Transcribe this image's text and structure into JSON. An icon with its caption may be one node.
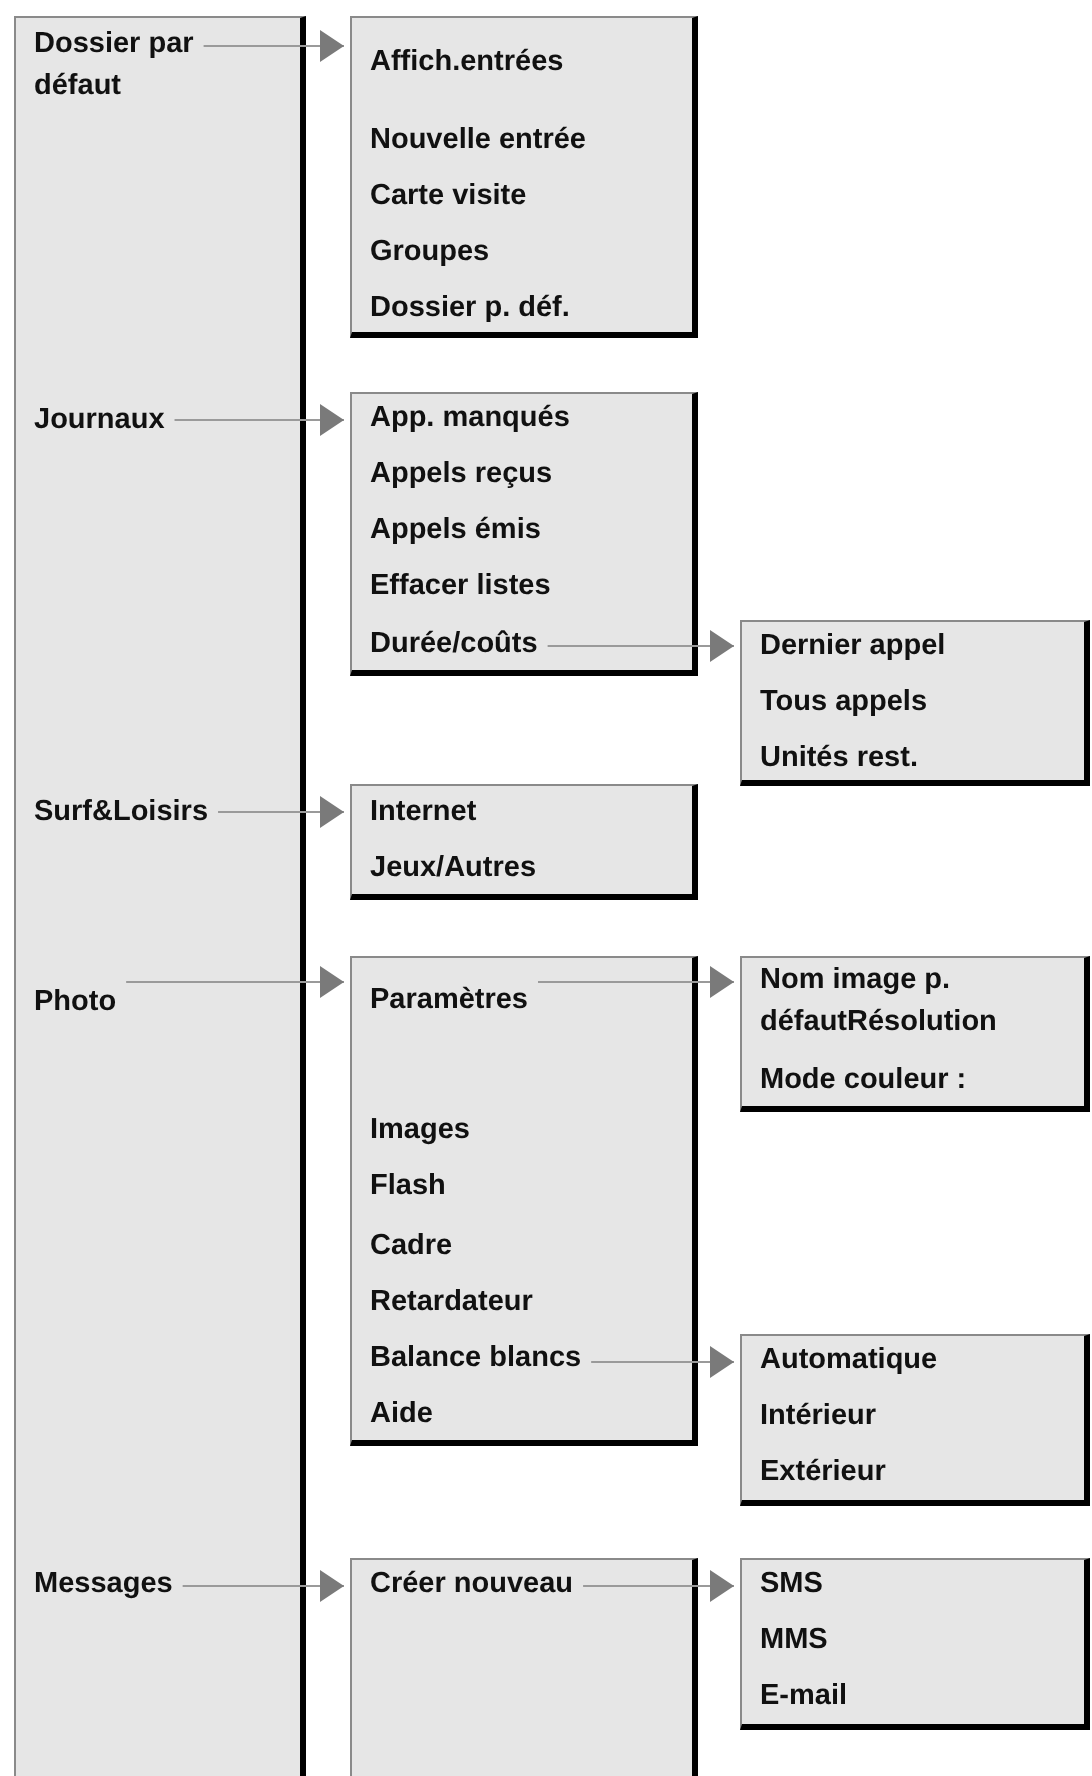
{
  "diagram": {
    "nodes": [
      {
        "text": [],
        "shape": "box"
      },
      {
        "text": [
          "Dossier par défaut"
        ],
        "in": 0
      },
      {
        "text": [],
        "shape": "box"
      },
      {
        "text": [
          "Affich.entrées"
        ],
        "in": 2
      },
      {
        "text": [
          "Nouvelle entrée"
        ],
        "in": 2
      },
      {
        "text": [
          "Carte visite"
        ],
        "in": 2
      },
      {
        "text": [
          "Groupes"
        ],
        "in": 2
      },
      {
        "text": [
          "Dossier p. déf."
        ],
        "in": 2
      },
      {
        "text": [
          "Journaux"
        ],
        "in": 0
      },
      {
        "text": [],
        "shape": "box"
      },
      {
        "text": [
          "App. manqués"
        ],
        "in": 9
      },
      {
        "text": [
          "Appels reçus"
        ],
        "in": 9
      },
      {
        "text": [
          "Appels émis"
        ],
        "in": 9
      },
      {
        "text": [
          "Effacer listes"
        ],
        "in": 9
      },
      {
        "text": [
          "Durée/coûts"
        ],
        "in": 9
      },
      {
        "text": [],
        "shape": "box"
      },
      {
        "text": [
          "Dernier appel"
        ],
        "in": 15
      },
      {
        "text": [
          "Tous appels"
        ],
        "in": 15
      },
      {
        "text": [
          "Unités rest."
        ],
        "in": 15
      },
      {
        "text": [
          "Surf&Loisirs"
        ],
        "in": 0
      },
      {
        "text": [],
        "shape": "box"
      },
      {
        "text": [
          "Internet"
        ],
        "in": 20
      },
      {
        "text": [
          "Jeux/Autres"
        ],
        "in": 20
      },
      {
        "text": [
          "Photo"
        ],
        "in": 0
      },
      {
        "text": [],
        "shape": "box"
      },
      {
        "text": [
          "Paramètres"
        ],
        "in": 24
      },
      {
        "text": [
          "Images"
        ],
        "in": 24
      },
      {
        "text": [
          "Flash"
        ],
        "in": 24
      },
      {
        "text": [
          "Cadre"
        ],
        "in": 24
      },
      {
        "text": [
          "Retardateur"
        ],
        "in": 24
      },
      {
        "text": [
          "Balance blancs"
        ],
        "in": 24
      },
      {
        "text": [
          "Aide"
        ],
        "in": 24
      },
      {
        "text": [],
        "shape": "box"
      },
      {
        "text": [
          "Nom image p. défautRésolution"
        ],
        "in": 32
      },
      {
        "text": [
          "Mode couleur :"
        ],
        "in": 32
      },
      {
        "text": [],
        "shape": "box"
      },
      {
        "text": [
          "Automatique"
        ],
        "in": 35
      },
      {
        "text": [
          "Intérieur"
        ],
        "in": 35
      },
      {
        "text": [
          "Extérieur"
        ],
        "in": 35
      },
      {
        "text": [
          "Messages"
        ],
        "in": 0
      },
      {
        "text": [],
        "shape": "box"
      },
      {
        "text": [
          "Créer nouveau"
        ],
        "in": 40
      },
      {
        "text": [],
        "shape": "box"
      },
      {
        "text": [
          "SMS"
        ],
        "in": 42
      },
      {
        "text": [
          "MMS"
        ],
        "in": 42
      },
      {
        "text": [
          "E-mail"
        ],
        "in": 42
      }
    ],
    "edges": [
      {
        "from": 1,
        "to": 2,
        "arrow": "to"
      },
      {
        "from": 8,
        "to": 9,
        "arrow": "to"
      },
      {
        "from": 14,
        "to": 15,
        "arrow": "to"
      },
      {
        "from": 19,
        "to": 20,
        "arrow": "to"
      },
      {
        "from": 23,
        "to": 24,
        "arrow": "to"
      },
      {
        "from": 25,
        "to": 32,
        "arrow": "to"
      },
      {
        "from": 30,
        "to": 35,
        "arrow": "to"
      },
      {
        "from": 39,
        "to": 40,
        "arrow": "to"
      },
      {
        "from": 41,
        "to": 42,
        "arrow": "to"
      }
    ]
  }
}
